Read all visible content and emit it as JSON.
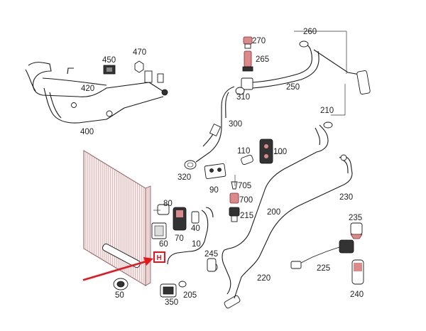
{
  "diagram": {
    "accent_color": "#e8141e",
    "highlight_marker": {
      "part_number": "60",
      "glyph": "H",
      "color": "#e8141e",
      "icon": "highlight-box-icon",
      "pointer_icon": "red-arrow-icon"
    },
    "callouts": [
      {
        "id": "270",
        "label": "270"
      },
      {
        "id": "265",
        "label": "265"
      },
      {
        "id": "260",
        "label": "260"
      },
      {
        "id": "250",
        "label": "250"
      },
      {
        "id": "310",
        "label": "310"
      },
      {
        "id": "450",
        "label": "450"
      },
      {
        "id": "470",
        "label": "470"
      },
      {
        "id": "420",
        "label": "420"
      },
      {
        "id": "400",
        "label": "400"
      },
      {
        "id": "210",
        "label": "210"
      },
      {
        "id": "300",
        "label": "300"
      },
      {
        "id": "110",
        "label": "110"
      },
      {
        "id": "100",
        "label": "100"
      },
      {
        "id": "320",
        "label": "320"
      },
      {
        "id": "90",
        "label": "90"
      },
      {
        "id": "705",
        "label": "705"
      },
      {
        "id": "700",
        "label": "700"
      },
      {
        "id": "230",
        "label": "230"
      },
      {
        "id": "80",
        "label": "80"
      },
      {
        "id": "200",
        "label": "200"
      },
      {
        "id": "215",
        "label": "215"
      },
      {
        "id": "235",
        "label": "235"
      },
      {
        "id": "70",
        "label": "70"
      },
      {
        "id": "40",
        "label": "40"
      },
      {
        "id": "60",
        "label": "60"
      },
      {
        "id": "10",
        "label": "10"
      },
      {
        "id": "245",
        "label": "245"
      },
      {
        "id": "225",
        "label": "225"
      },
      {
        "id": "220",
        "label": "220"
      },
      {
        "id": "50",
        "label": "50"
      },
      {
        "id": "205",
        "label": "205"
      },
      {
        "id": "350",
        "label": "350"
      },
      {
        "id": "240",
        "label": "240"
      }
    ]
  }
}
